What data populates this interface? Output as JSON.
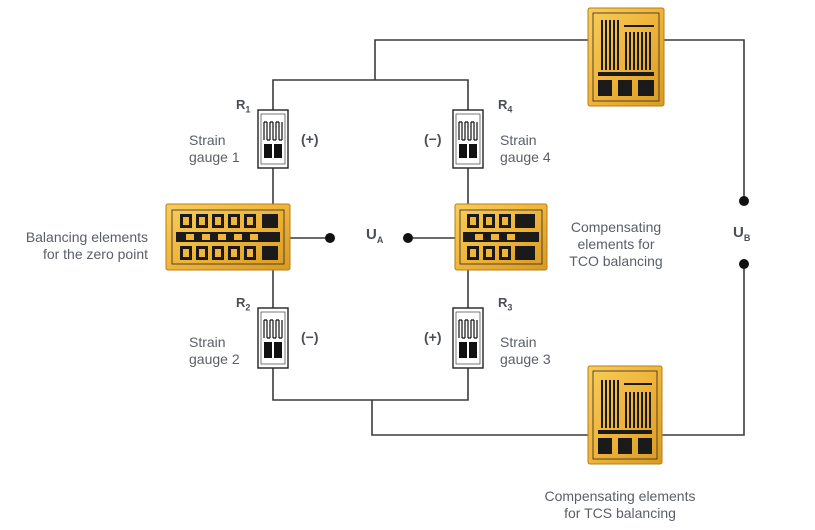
{
  "resistors": {
    "r1": {
      "letter": "R",
      "sub": "1"
    },
    "r2": {
      "letter": "R",
      "sub": "2"
    },
    "r3": {
      "letter": "R",
      "sub": "3"
    },
    "r4": {
      "letter": "R",
      "sub": "4"
    }
  },
  "signs": {
    "sg1": "(+)",
    "sg2": "(−)",
    "sg3": "(+)",
    "sg4": "(−)"
  },
  "labels": {
    "gauge1": [
      "Strain",
      "gauge 1"
    ],
    "gauge2": [
      "Strain",
      "gauge 2"
    ],
    "gauge3": [
      "Strain",
      "gauge 3"
    ],
    "gauge4": [
      "Strain",
      "gauge 4"
    ],
    "balancing": [
      "Balancing elements",
      "for the zero point"
    ],
    "tco": [
      "Compensating",
      "elements for",
      "TCO balancing"
    ],
    "tcs": [
      "Compensating elements",
      "for TCS balancing"
    ]
  },
  "voltages": {
    "ua": {
      "letter": "U",
      "sub": "A"
    },
    "ub": {
      "letter": "U",
      "sub": "B"
    }
  },
  "colors": {
    "wire": "#3c3c3c",
    "gold": "#f0b63a",
    "gold_dark": "#c98a16",
    "pattern": "#1a1a1a"
  }
}
